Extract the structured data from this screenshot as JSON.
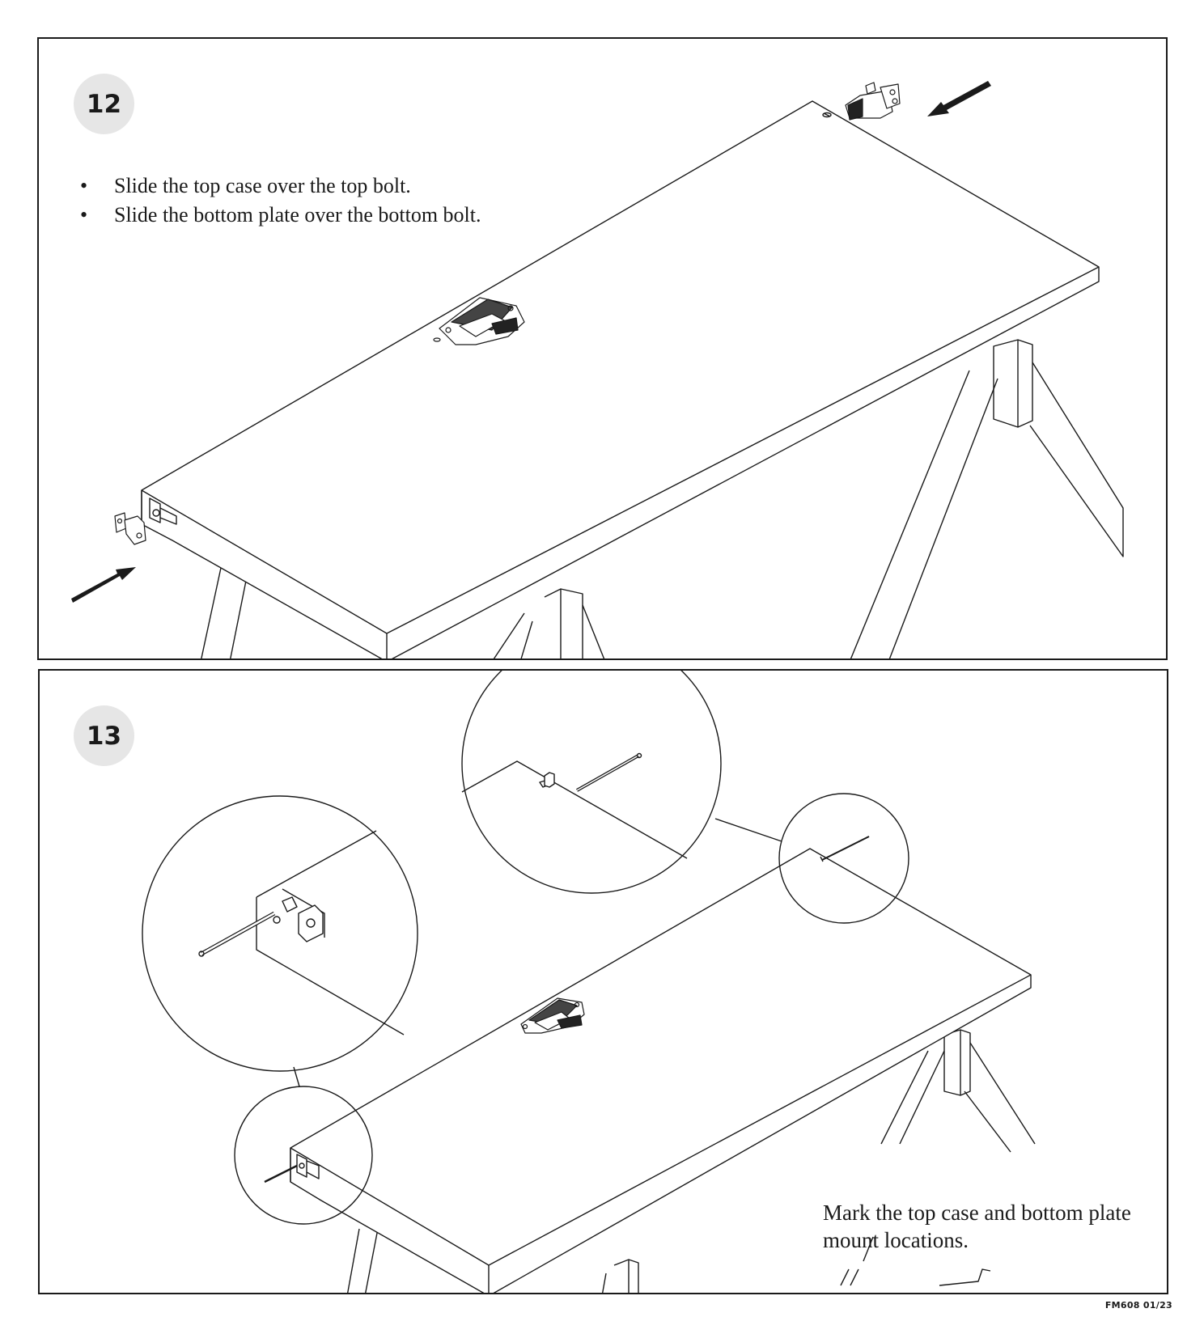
{
  "steps": [
    {
      "number": "12",
      "instructions": [
        "Slide the top case over the top bolt.",
        "Slide the bottom plate over the bottom bolt."
      ]
    },
    {
      "number": "13",
      "note": "Mark the top case and bottom plate mount locations."
    }
  ],
  "footer": {
    "doc_code": "FM608 01/23"
  }
}
